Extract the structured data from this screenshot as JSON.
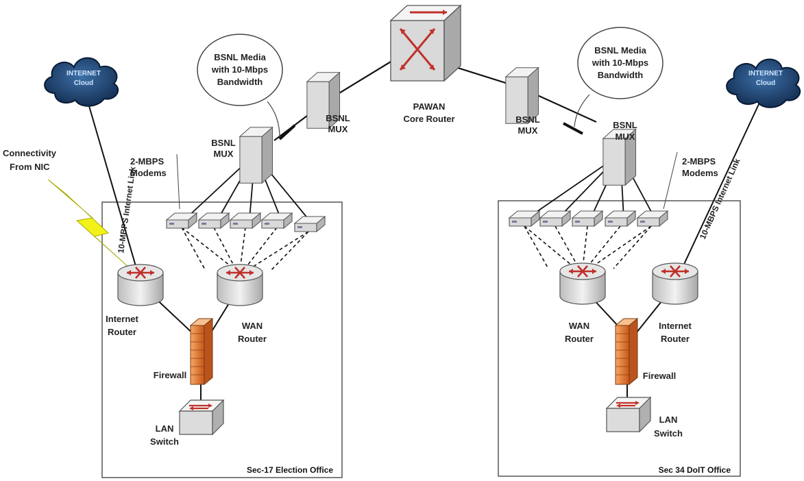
{
  "offices": {
    "left": {
      "name": "Sec-17 Election Office"
    },
    "right": {
      "name": "Sec 34 DoIT Office"
    }
  },
  "core": {
    "name": "PAWAN",
    "subtitle": "Core Router"
  },
  "mux_label": {
    "line1": "BSNL",
    "line2": "MUX"
  },
  "media_callout": {
    "line1": "BSNL Media",
    "line2": "with 10-Mbps",
    "line3": "Bandwidth"
  },
  "modems_label": {
    "left_line1": "2-MBPS",
    "left_line2": "Modems",
    "right_line1": "2-MBPS",
    "right_line2": "Modems"
  },
  "cloud": {
    "line1": "INTERNET",
    "line2": "Cloud"
  },
  "internet_link": {
    "left": "10-MBPS Internet Link",
    "right": "10-MBPS Internet Link"
  },
  "connectivity": {
    "line1": "Connectivity",
    "line2": "From NIC"
  },
  "internet_router": {
    "line1": "Internet",
    "line2": "Router"
  },
  "wan_router": {
    "line1": "WAN",
    "line2": "Router"
  },
  "firewall": {
    "label": "Firewall"
  },
  "lan_switch": {
    "line1": "LAN",
    "line2": "Switch"
  },
  "colors": {
    "router_arrow": "#c0302a",
    "firewall": "#e07a2a",
    "cloud": "#1a3c6e",
    "lightning": "#f2f21a"
  }
}
